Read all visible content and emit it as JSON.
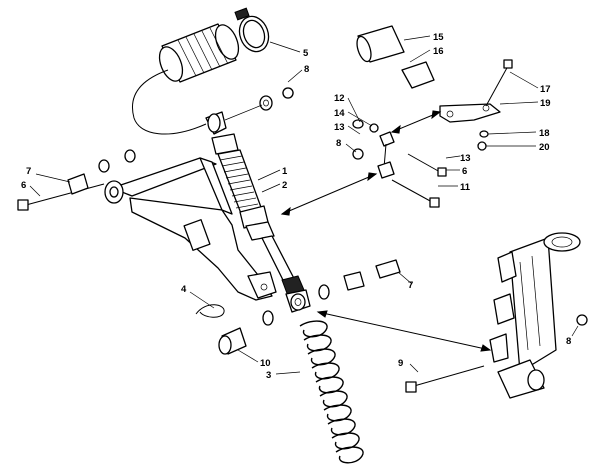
{
  "callouts": {
    "c1": "1",
    "c2": "2",
    "c3": "3",
    "c4": "4",
    "c5": "5",
    "c6a": "6",
    "c6b": "6",
    "c7a": "7",
    "c7b": "7",
    "c8a": "8",
    "c8b": "8",
    "c8c": "8",
    "c9": "9",
    "c10": "10",
    "c11": "11",
    "c12": "12",
    "c13a": "13",
    "c13b": "13",
    "c14": "14",
    "c15": "15",
    "c16": "16",
    "c17": "17",
    "c18": "18",
    "c19": "19",
    "c20": "20"
  },
  "icons": [
    "shock-absorber",
    "reservoir",
    "spring",
    "a-arm",
    "spindle",
    "sway-bar-link",
    "bolt",
    "nut",
    "bushing"
  ]
}
